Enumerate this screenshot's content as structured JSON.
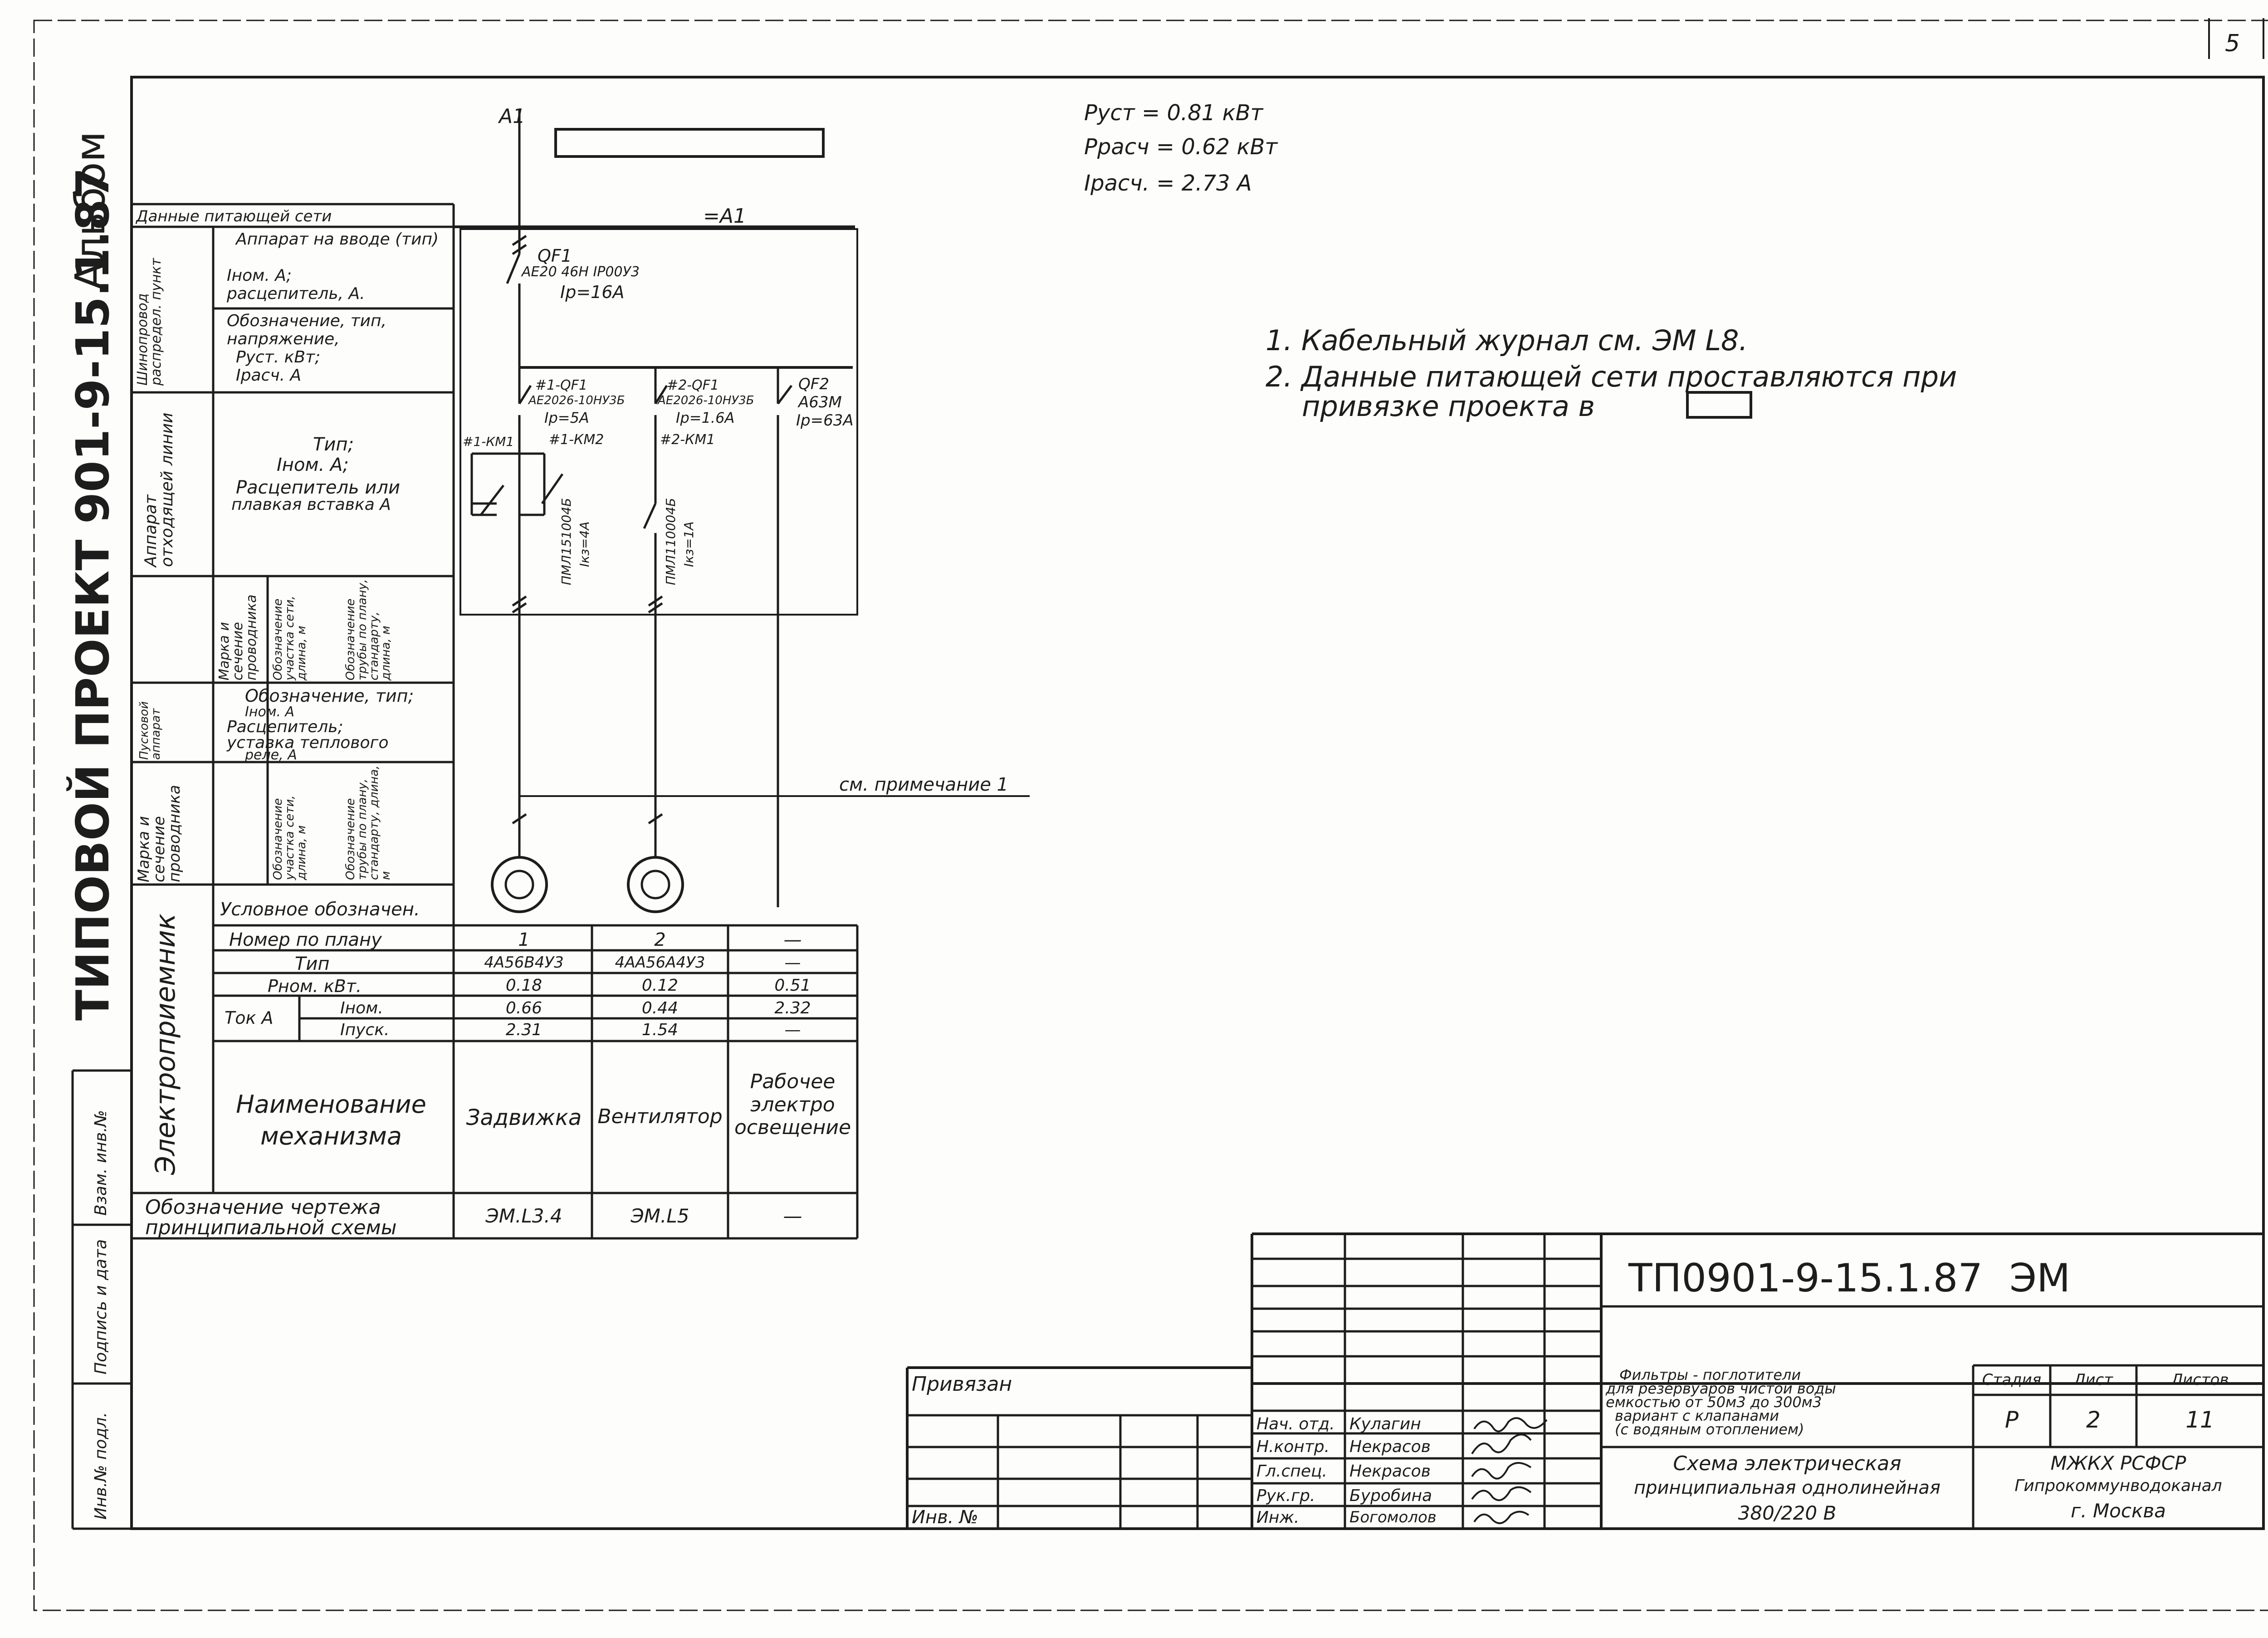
{
  "sheet_number": "5",
  "margin_texts": {
    "album": "Альбом",
    "project": "ТИПОВОЙ   ПРОЕКТ 901-9-15.1.87",
    "inv_podl": "Инв.№ подл.",
    "podpis": "Подпись и дата",
    "vzam": "Взам. инв.№"
  },
  "power": {
    "p_ust": "Руст = 0.81 кВт",
    "p_rasch": "Ррасч = 0.62 кВт",
    "i_rasch": "Iрасч. = 2.73 А"
  },
  "notes": [
    "1. Кабельный журнал см. ЭМ L8.",
    "2. Данные питающей сети проставляются при",
    "привязке проекта в"
  ],
  "diagram": {
    "bus_a1_top": "А1",
    "bus_a1": "=А1",
    "qf1": [
      "QF1",
      "АЕ20 46Н IP00У3",
      "Iр=16А"
    ],
    "qf_1": [
      "#1-QF1",
      "АЕ2026-10НУ3Б",
      "Iр=5А"
    ],
    "qf_2": [
      "#2-QF1",
      "АЕ2026-10НУ3Б",
      "Iр=1.6А"
    ],
    "qf2": [
      "QF2",
      "А63М",
      "Iр=63А"
    ],
    "km_labels": [
      "#1-КМ1",
      "#1-КМ2",
      "#2-КМ1"
    ],
    "contactor_1": [
      "ПМЛ151004Б",
      "Iкз=4А"
    ],
    "contactor_2": [
      "ПМЛ110004Б",
      "Iкз=1А"
    ],
    "see_note": "см. примечание 1"
  },
  "left_table": {
    "header": "Данные питающей сети",
    "rows": [
      {
        "group": "Шинопровод распредел. пункт",
        "items": [
          "Аппарат на вводе (тип)",
          "Iном. А;",
          "расцепитель, А."
        ]
      },
      {
        "group": "",
        "items": [
          "Обозначение, тип,",
          "напряжение,",
          "Руст. кВт;",
          "Iрасч. А"
        ]
      },
      {
        "group": "Аппарат отходящей линии",
        "items": [
          "Тип;",
          "Iном. А;",
          "Расцепитель или",
          "плавкая вставка А"
        ]
      },
      {
        "group": "Марка и сечение проводника",
        "items": [
          "Обозначение участка сети, длина, м",
          "Обозначение трубы по плану, стандарту, длина, м"
        ]
      },
      {
        "group": "Пусковой аппарат",
        "items": [
          "Обозначение, тип;",
          "Iном. А",
          "Расцепитель;",
          "уставка теплового",
          "реле, А"
        ]
      },
      {
        "group": "Марка и сечение проводника",
        "items": [
          "Обозначение участка сети, длина, м",
          "Обозначение трубы по плану, стандарту, длина, м"
        ]
      }
    ]
  },
  "receiver": {
    "group": "Электроприемник",
    "symbol_label": "Условное обозначен.",
    "row_labels": [
      "Номер по плану",
      "Тип",
      "Рном. кВт.",
      "Ток А",
      "Iном.",
      "Iпуск.",
      "Наименование механизма"
    ],
    "columns": [
      {
        "number": "1",
        "type": "4А56В4У3",
        "p": "0.18",
        "i_nom": "0.66",
        "i_start": "2.31",
        "name": "Задвижка",
        "drawing": "ЭМ.L3.4"
      },
      {
        "number": "2",
        "type": "4АА56А4У3",
        "p": "0.12",
        "i_nom": "0.44",
        "i_start": "1.54",
        "name": "Вентилятор",
        "drawing": "ЭМ.L5"
      },
      {
        "number": "—",
        "type": "—",
        "p": "0.51",
        "i_nom": "2.32",
        "i_start": "—",
        "name": "Рабочее электро освещение",
        "drawing": "—"
      }
    ],
    "drawing_label": [
      "Обозначение чертежа",
      "принципиальной схемы"
    ]
  },
  "title_block": {
    "code": "ТП0901-9-15.1.87",
    "section": "ЭМ",
    "privyazan": "Привязан",
    "inv_no": "Инв. №",
    "object": [
      "Фильтры - поглотители",
      "для резервуаров чистой воды",
      "емкостью от 50м3 до 300м3",
      "вариант с клапанами",
      "(с водяным отоплением)"
    ],
    "stage_header": [
      "Стадия",
      "Лист",
      "Листов"
    ],
    "stage_values": [
      "Р",
      "2",
      "11"
    ],
    "title": [
      "Схема электрическая",
      "принципиальная однолинейная",
      "380/220 В"
    ],
    "org": [
      "МЖКХ РСФСР",
      "Гипрокоммунводоканал",
      "г. Москва"
    ],
    "roles": [
      {
        "role": "Нач. отд.",
        "name": "Кулагин"
      },
      {
        "role": "Н.контр.",
        "name": "Некрасов"
      },
      {
        "role": "Гл.спец.",
        "name": "Некрасов"
      },
      {
        "role": "Рук.гр.",
        "name": "Буробина"
      },
      {
        "role": "Инж.",
        "name": "Богомолов"
      }
    ]
  },
  "colors": {
    "ink": "#1d1d1d",
    "paper": "#fdfdfb"
  }
}
